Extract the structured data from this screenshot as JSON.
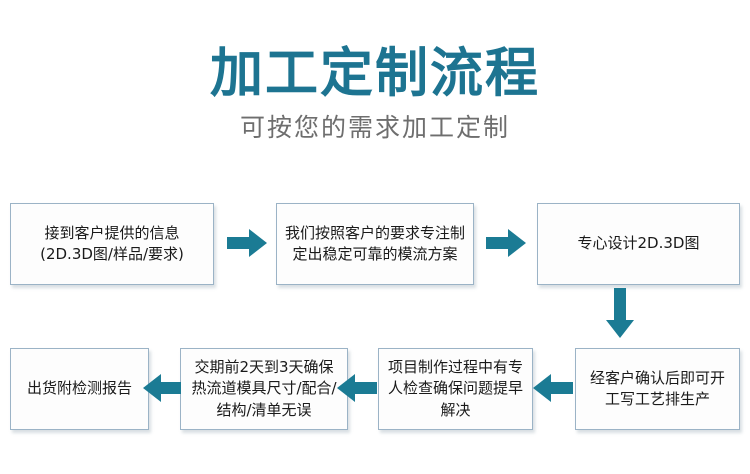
{
  "header": {
    "title": "加工定制流程",
    "subtitle": "可按您的需求加工定制",
    "title_color": "#1d7491",
    "subtitle_color": "#6e6e6e"
  },
  "theme": {
    "background": "#ffffff",
    "arrow_color": "#1b7b94",
    "box_border_color": "#9bb3c6",
    "box_fill_color": "#fdfdfd",
    "box_text_color": "#1a1a1a"
  },
  "flow": {
    "steps": [
      {
        "id": 1,
        "row": 1,
        "order": 1,
        "text": "接到客户提供的信息\n(2D.3D图/样品/要求)"
      },
      {
        "id": 2,
        "row": 1,
        "order": 2,
        "text": "我们按照客户的要求专注制定出稳定可靠的模流方案"
      },
      {
        "id": 3,
        "row": 1,
        "order": 3,
        "text": "专心设计2D.3D图"
      },
      {
        "id": 4,
        "row": 2,
        "order": 4,
        "text": "经客户确认后即可开工写工艺排生产"
      },
      {
        "id": 5,
        "row": 2,
        "order": 5,
        "text": "项目制作过程中有专人检查确保问题提早解决"
      },
      {
        "id": 6,
        "row": 2,
        "order": 6,
        "text": "交期前2天到3天确保热流道模具尺寸/配合/结构/清单无误"
      },
      {
        "id": 7,
        "row": 2,
        "order": 7,
        "text": "出货附检测报告"
      }
    ],
    "connectors": [
      {
        "name": "arrow-1",
        "direction": "right",
        "from": 1,
        "to": 2
      },
      {
        "name": "arrow-2",
        "direction": "right",
        "from": 2,
        "to": 3
      },
      {
        "name": "arrow-down",
        "direction": "down",
        "from": 3,
        "to": 4
      },
      {
        "name": "arrow-3",
        "direction": "left",
        "from": 4,
        "to": 5
      },
      {
        "name": "arrow-4",
        "direction": "left",
        "from": 5,
        "to": 6
      },
      {
        "name": "arrow-5",
        "direction": "left",
        "from": 6,
        "to": 7
      }
    ]
  }
}
